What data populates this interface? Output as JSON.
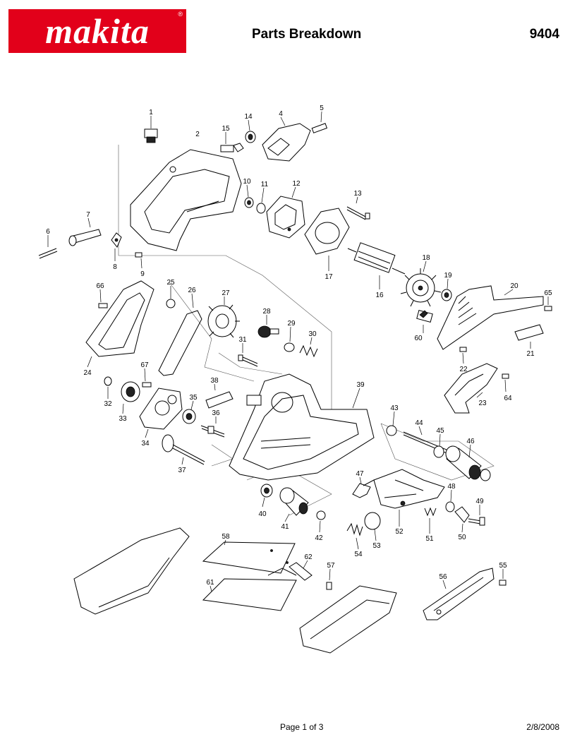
{
  "header": {
    "brand": "makita",
    "registered_mark": "®",
    "title": "Parts Breakdown",
    "model": "9404"
  },
  "footer": {
    "page": "Page 1 of 3",
    "date": "2/8/2008"
  },
  "colors": {
    "brand_red": "#e2001a",
    "ink": "#000000",
    "background": "#ffffff"
  },
  "parts": [
    {
      "id": "p1",
      "label": "1"
    },
    {
      "id": "p2",
      "label": "2"
    },
    {
      "id": "p4",
      "label": "4"
    },
    {
      "id": "p5",
      "label": "5"
    },
    {
      "id": "p6",
      "label": "6"
    },
    {
      "id": "p7",
      "label": "7"
    },
    {
      "id": "p8",
      "label": "8"
    },
    {
      "id": "p9",
      "label": "9"
    },
    {
      "id": "p10",
      "label": "10"
    },
    {
      "id": "p11",
      "label": "11"
    },
    {
      "id": "p12",
      "label": "12"
    },
    {
      "id": "p13",
      "label": "13"
    },
    {
      "id": "p14",
      "label": "14"
    },
    {
      "id": "p15",
      "label": "15"
    },
    {
      "id": "p16",
      "label": "16"
    },
    {
      "id": "p17",
      "label": "17"
    },
    {
      "id": "p18",
      "label": "18"
    },
    {
      "id": "p19",
      "label": "19"
    },
    {
      "id": "p20",
      "label": "20"
    },
    {
      "id": "p21",
      "label": "21"
    },
    {
      "id": "p22",
      "label": "22"
    },
    {
      "id": "p23",
      "label": "23"
    },
    {
      "id": "p24",
      "label": "24"
    },
    {
      "id": "p25",
      "label": "25"
    },
    {
      "id": "p26",
      "label": "26"
    },
    {
      "id": "p27",
      "label": "27"
    },
    {
      "id": "p28",
      "label": "28"
    },
    {
      "id": "p29",
      "label": "29"
    },
    {
      "id": "p30",
      "label": "30"
    },
    {
      "id": "p31",
      "label": "31"
    },
    {
      "id": "p32",
      "label": "32"
    },
    {
      "id": "p33",
      "label": "33"
    },
    {
      "id": "p34",
      "label": "34"
    },
    {
      "id": "p35",
      "label": "35"
    },
    {
      "id": "p36",
      "label": "36"
    },
    {
      "id": "p37",
      "label": "37"
    },
    {
      "id": "p38",
      "label": "38"
    },
    {
      "id": "p39",
      "label": "39"
    },
    {
      "id": "p40",
      "label": "40"
    },
    {
      "id": "p41",
      "label": "41"
    },
    {
      "id": "p42",
      "label": "42"
    },
    {
      "id": "p43",
      "label": "43"
    },
    {
      "id": "p44",
      "label": "44"
    },
    {
      "id": "p45",
      "label": "45"
    },
    {
      "id": "p46",
      "label": "46"
    },
    {
      "id": "p47",
      "label": "47"
    },
    {
      "id": "p48",
      "label": "48"
    },
    {
      "id": "p49",
      "label": "49"
    },
    {
      "id": "p50",
      "label": "50"
    },
    {
      "id": "p51",
      "label": "51"
    },
    {
      "id": "p52",
      "label": "52"
    },
    {
      "id": "p53",
      "label": "53"
    },
    {
      "id": "p54",
      "label": "54"
    },
    {
      "id": "p55",
      "label": "55"
    },
    {
      "id": "p56",
      "label": "56"
    },
    {
      "id": "p57",
      "label": "57"
    },
    {
      "id": "p58",
      "label": "58"
    },
    {
      "id": "p60",
      "label": "60"
    },
    {
      "id": "p61",
      "label": "61"
    },
    {
      "id": "p62",
      "label": "62"
    },
    {
      "id": "p64",
      "label": "64"
    },
    {
      "id": "p65",
      "label": "65"
    },
    {
      "id": "p66",
      "label": "66"
    },
    {
      "id": "p67",
      "label": "67"
    }
  ]
}
